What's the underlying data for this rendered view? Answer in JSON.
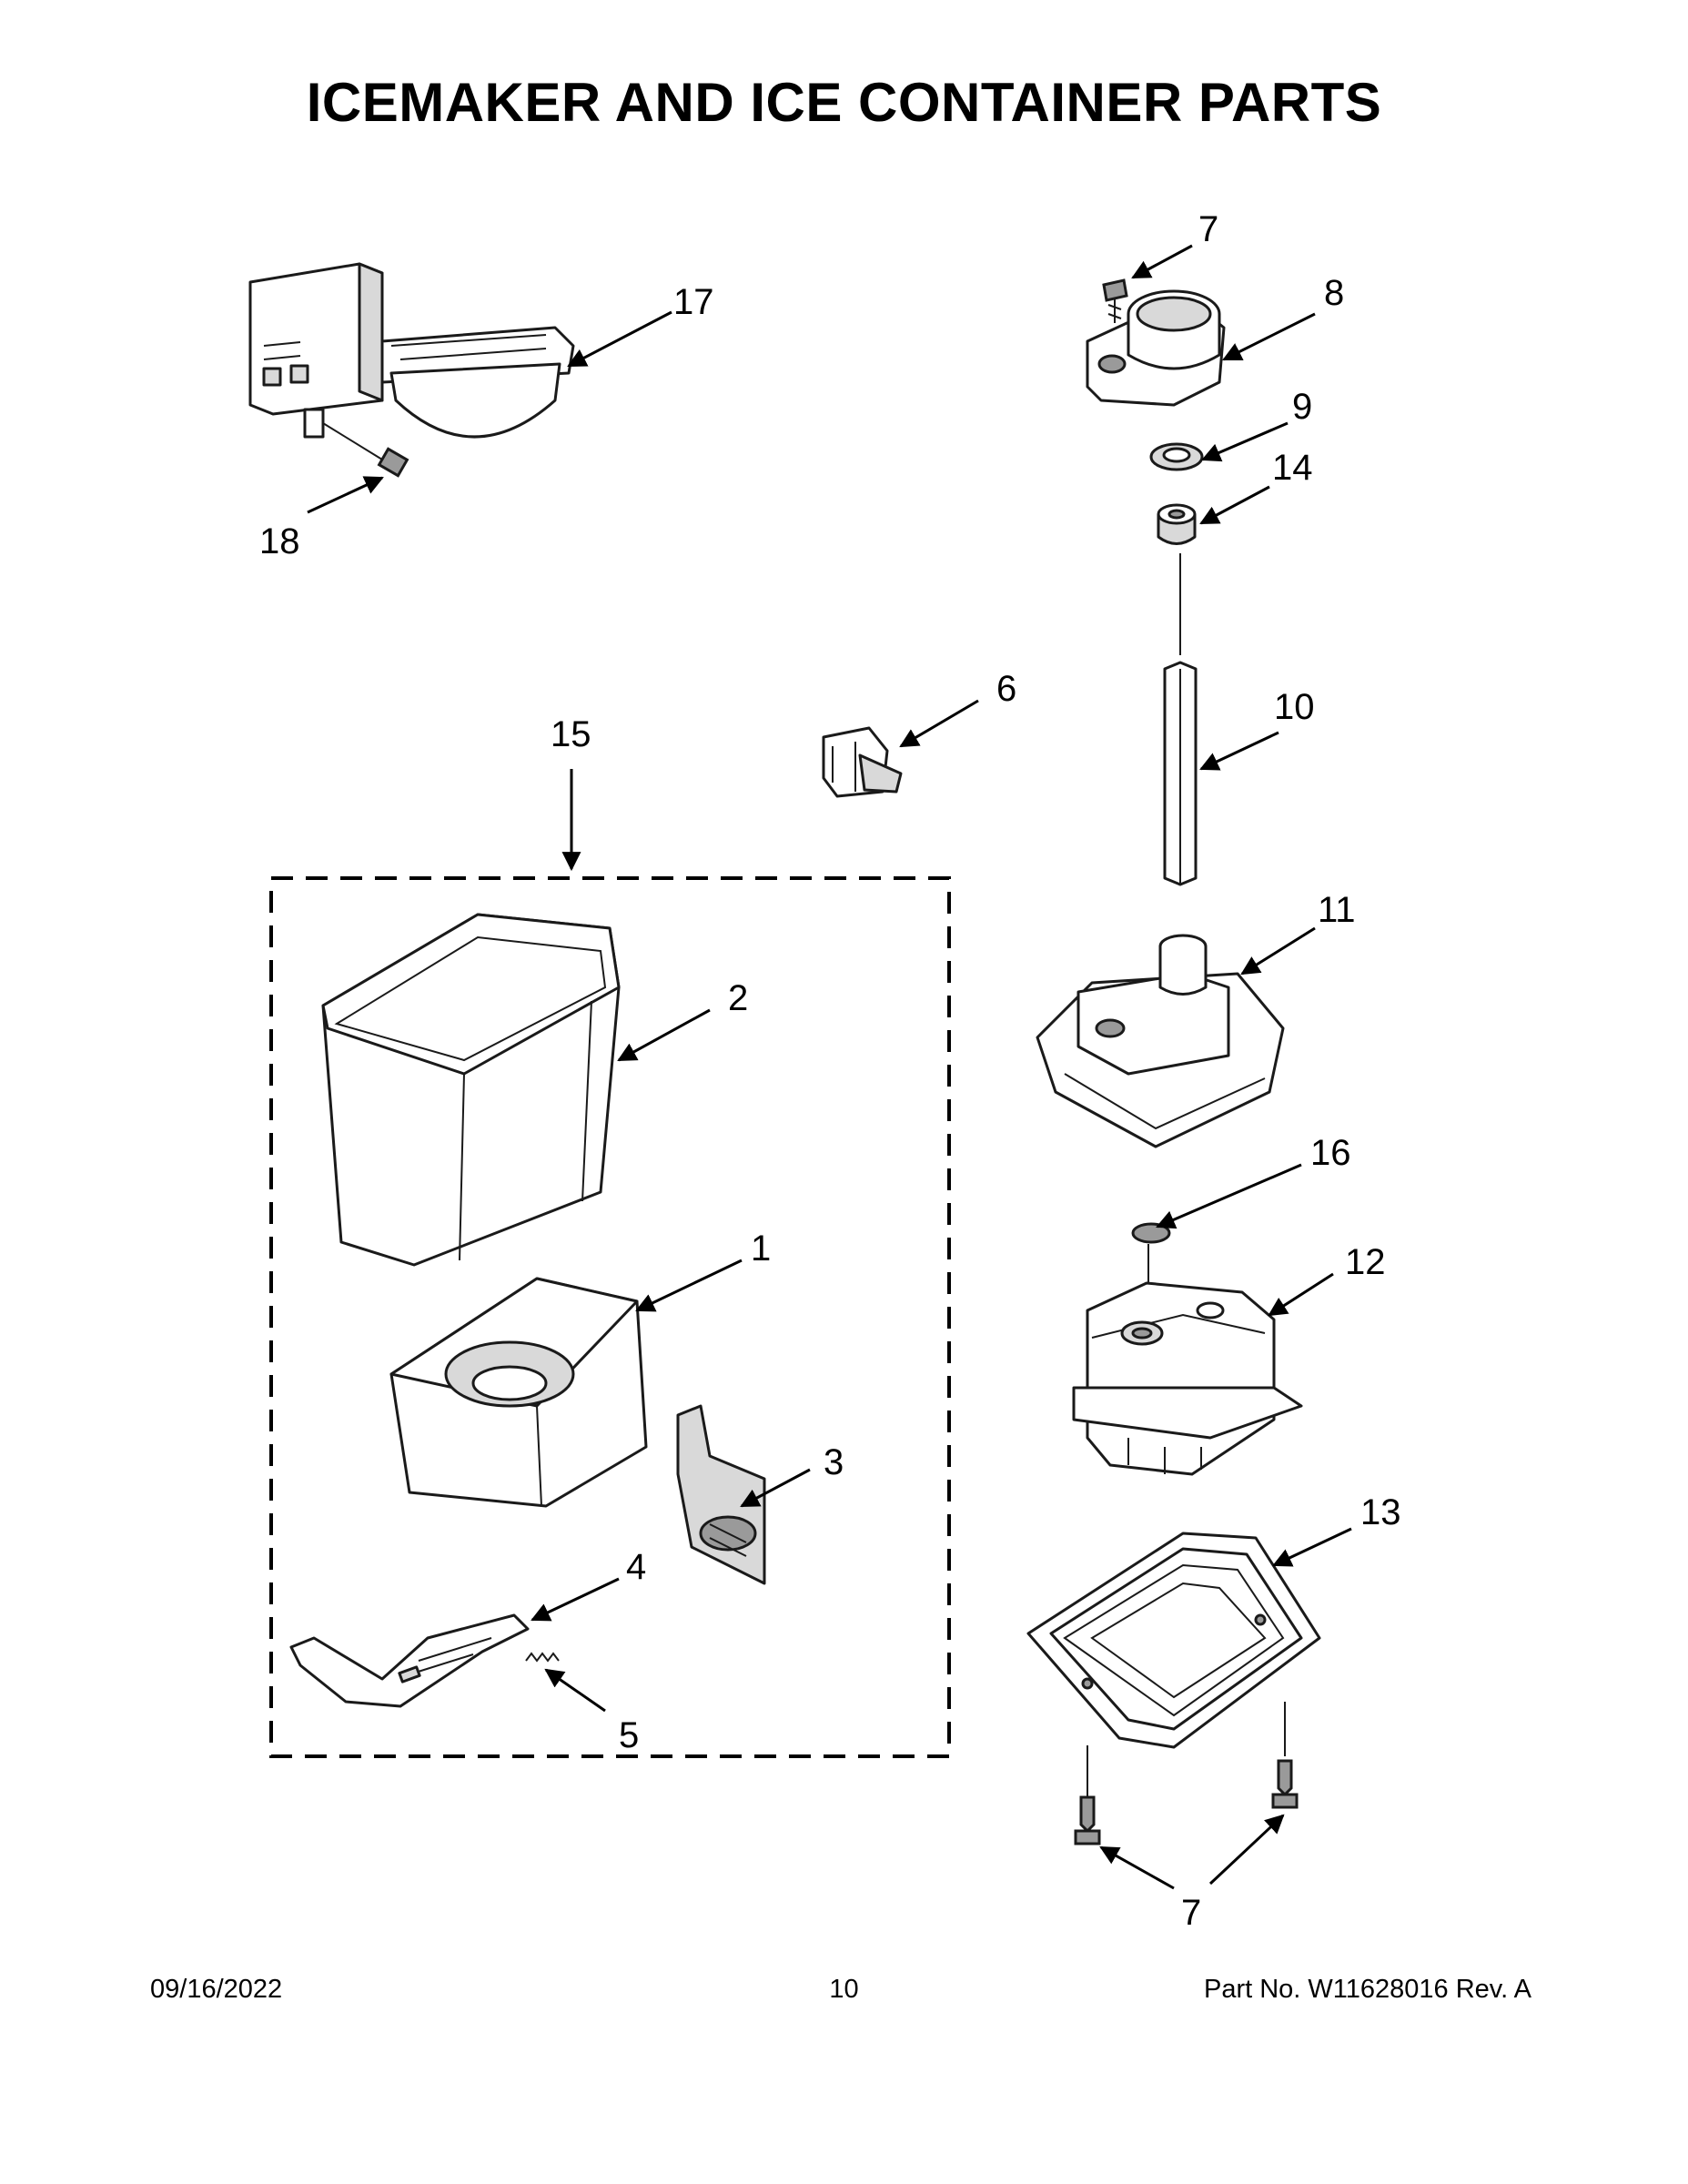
{
  "page": {
    "title": "ICEMAKER AND ICE CONTAINER PARTS",
    "footer": {
      "date": "09/16/2022",
      "page_number": "10",
      "part_info": "Part No.  W11628016  Rev.  A"
    }
  },
  "callouts": {
    "c1": "1",
    "c2": "2",
    "c3": "3",
    "c4": "4",
    "c5": "5",
    "c6": "6",
    "c7a": "7",
    "c7b": "7",
    "c8": "8",
    "c9": "9",
    "c10": "10",
    "c11": "11",
    "c12": "12",
    "c13": "13",
    "c14": "14",
    "c15": "15",
    "c16": "16",
    "c17": "17",
    "c18": "18"
  }
}
